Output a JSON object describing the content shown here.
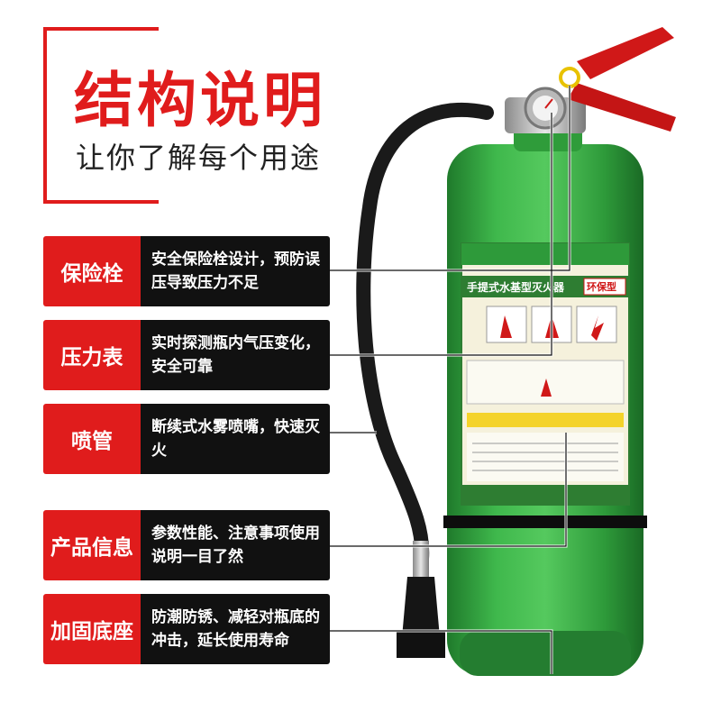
{
  "header": {
    "title": "结构说明",
    "subtitle": "让你了解每个用途"
  },
  "callouts": [
    {
      "tag": "保险栓",
      "desc": "安全保险栓设计，预防误压导致压力不足"
    },
    {
      "tag": "压力表",
      "desc": "实时探测瓶内气压变化，安全可靠"
    },
    {
      "tag": "喷管",
      "desc": "断续式水雾喷嘴，快速灭火"
    },
    {
      "tag": "产品信息",
      "desc": "参数性能、注意事项使用说明一目了然"
    },
    {
      "tag": "加固底座",
      "desc": "防潮防锈、减轻对瓶底的冲击，延长使用寿命"
    }
  ],
  "label": {
    "title": "手提式水基型灭火器",
    "type": "环保型"
  },
  "colors": {
    "accent_red": "#e01c1c",
    "tank_green": "#2e9a3a",
    "callout_bg": "#111111"
  }
}
